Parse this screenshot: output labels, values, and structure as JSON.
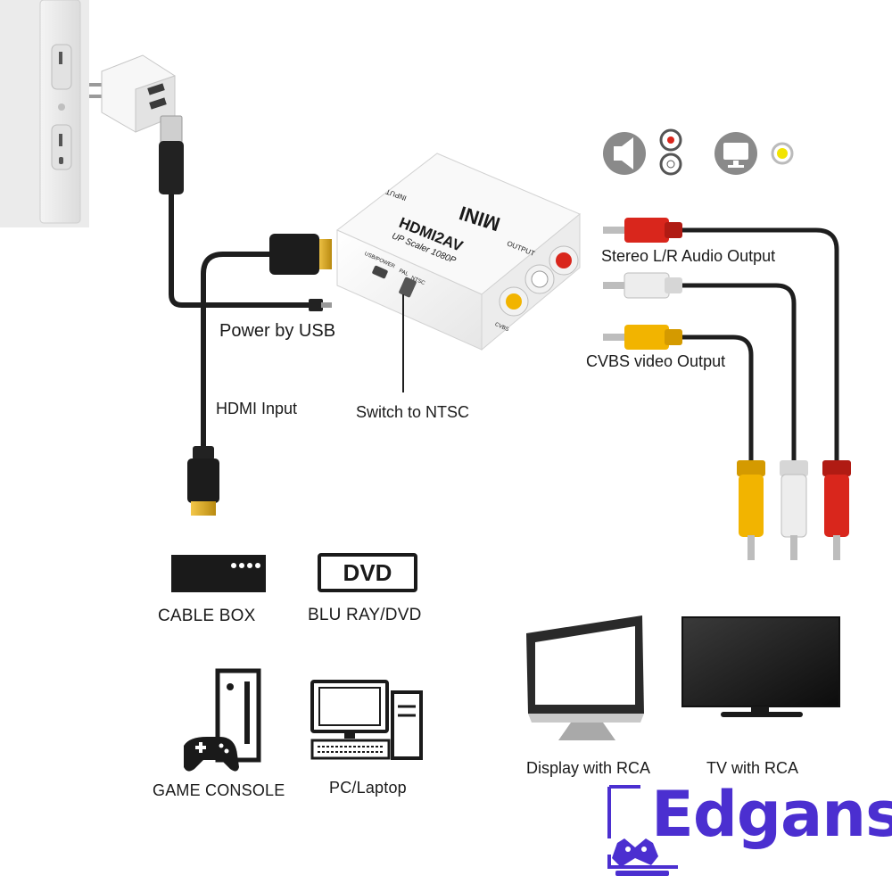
{
  "adapter": {
    "brand_label": "MINI",
    "model_label": "HDMI2AV",
    "scaler_label": "UP Scaler 1080P",
    "input_label": "INPUT",
    "output_label": "OUTPUT",
    "usb_power_label": "USB/POWER",
    "pal_label": "PAL",
    "ntsc_label": "NTSC",
    "cvbs_label": "CVBS"
  },
  "callouts": {
    "power_by_usb": "Power by USB",
    "hdmi_input": "HDMI Input",
    "switch_ntsc": "Switch to NTSC",
    "stereo_output": "Stereo L/R Audio Output",
    "cvbs_output": "CVBS video Output"
  },
  "sources": {
    "cable_box": "CABLE BOX",
    "dvd_logo": "DVD",
    "blu_ray": "BLU RAY/DVD",
    "game_console": "GAME CONSOLE",
    "pc_laptop": "PC/Laptop"
  },
  "displays": {
    "monitor": "Display with RCA",
    "tv": "TV with RCA"
  },
  "brand": {
    "name": "Edgans",
    "color": "#4b2fd0"
  },
  "colors": {
    "rca_red": "#d9261c",
    "rca_white": "#e8e8e8",
    "rca_yellow": "#f2b400",
    "cable": "#1e1e1e"
  }
}
